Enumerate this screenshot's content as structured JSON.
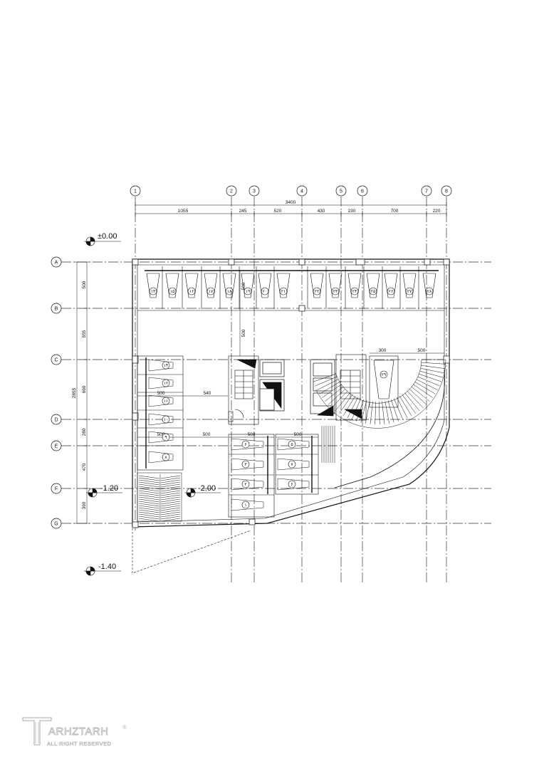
{
  "columns": [
    {
      "id": "1"
    },
    {
      "id": "2"
    },
    {
      "id": "3"
    },
    {
      "id": "4"
    },
    {
      "id": "5"
    },
    {
      "id": "6"
    },
    {
      "id": "7"
    },
    {
      "id": "8"
    }
  ],
  "rows": [
    {
      "id": "A"
    },
    {
      "id": "B"
    },
    {
      "id": "C"
    },
    {
      "id": "D"
    },
    {
      "id": "E"
    },
    {
      "id": "F"
    },
    {
      "id": "G"
    }
  ],
  "dimensions": {
    "overall_top": "3400",
    "top": [
      "1055",
      "245",
      "520",
      "430",
      "230",
      "700",
      "220"
    ],
    "left": [
      "500",
      "555",
      "660",
      "280",
      "470",
      "390"
    ],
    "overall_left": "2855",
    "inner": {
      "d500a": "500",
      "d500b": "500",
      "d540": "540",
      "d500c": "500",
      "d500d": "500",
      "d500e": "500",
      "d500f": "500",
      "d300": "300",
      "d500g": "500",
      "d500h": "500"
    }
  },
  "levels": {
    "top": "±0.00",
    "left_mid": "-1.20",
    "center": "-2.00",
    "bottom": "-1.40"
  },
  "parking_top": [
    "۱۳",
    "۱۵",
    "۱۶",
    "۱۷",
    "۱۸",
    "۱۹",
    "۲۰",
    "۲۱",
    "۲۲",
    "۲۳",
    "۲۴",
    "۲۵",
    "۲۶",
    "۲۷",
    "۲۸"
  ],
  "parking_left": [
    "۱۴",
    "۱۲",
    "۱۱",
    "۱۰",
    "۹",
    "۸"
  ],
  "parking_center": [
    "۶",
    "۴",
    "۳",
    "۲",
    "۱"
  ],
  "parking_center2": [
    "۵",
    "۷",
    "۶"
  ],
  "parking_east": "۲۹",
  "watermark": {
    "title": "ARHZTARH",
    "subtitle": "ALL RIGHT RESERVED",
    "reg": "®"
  }
}
